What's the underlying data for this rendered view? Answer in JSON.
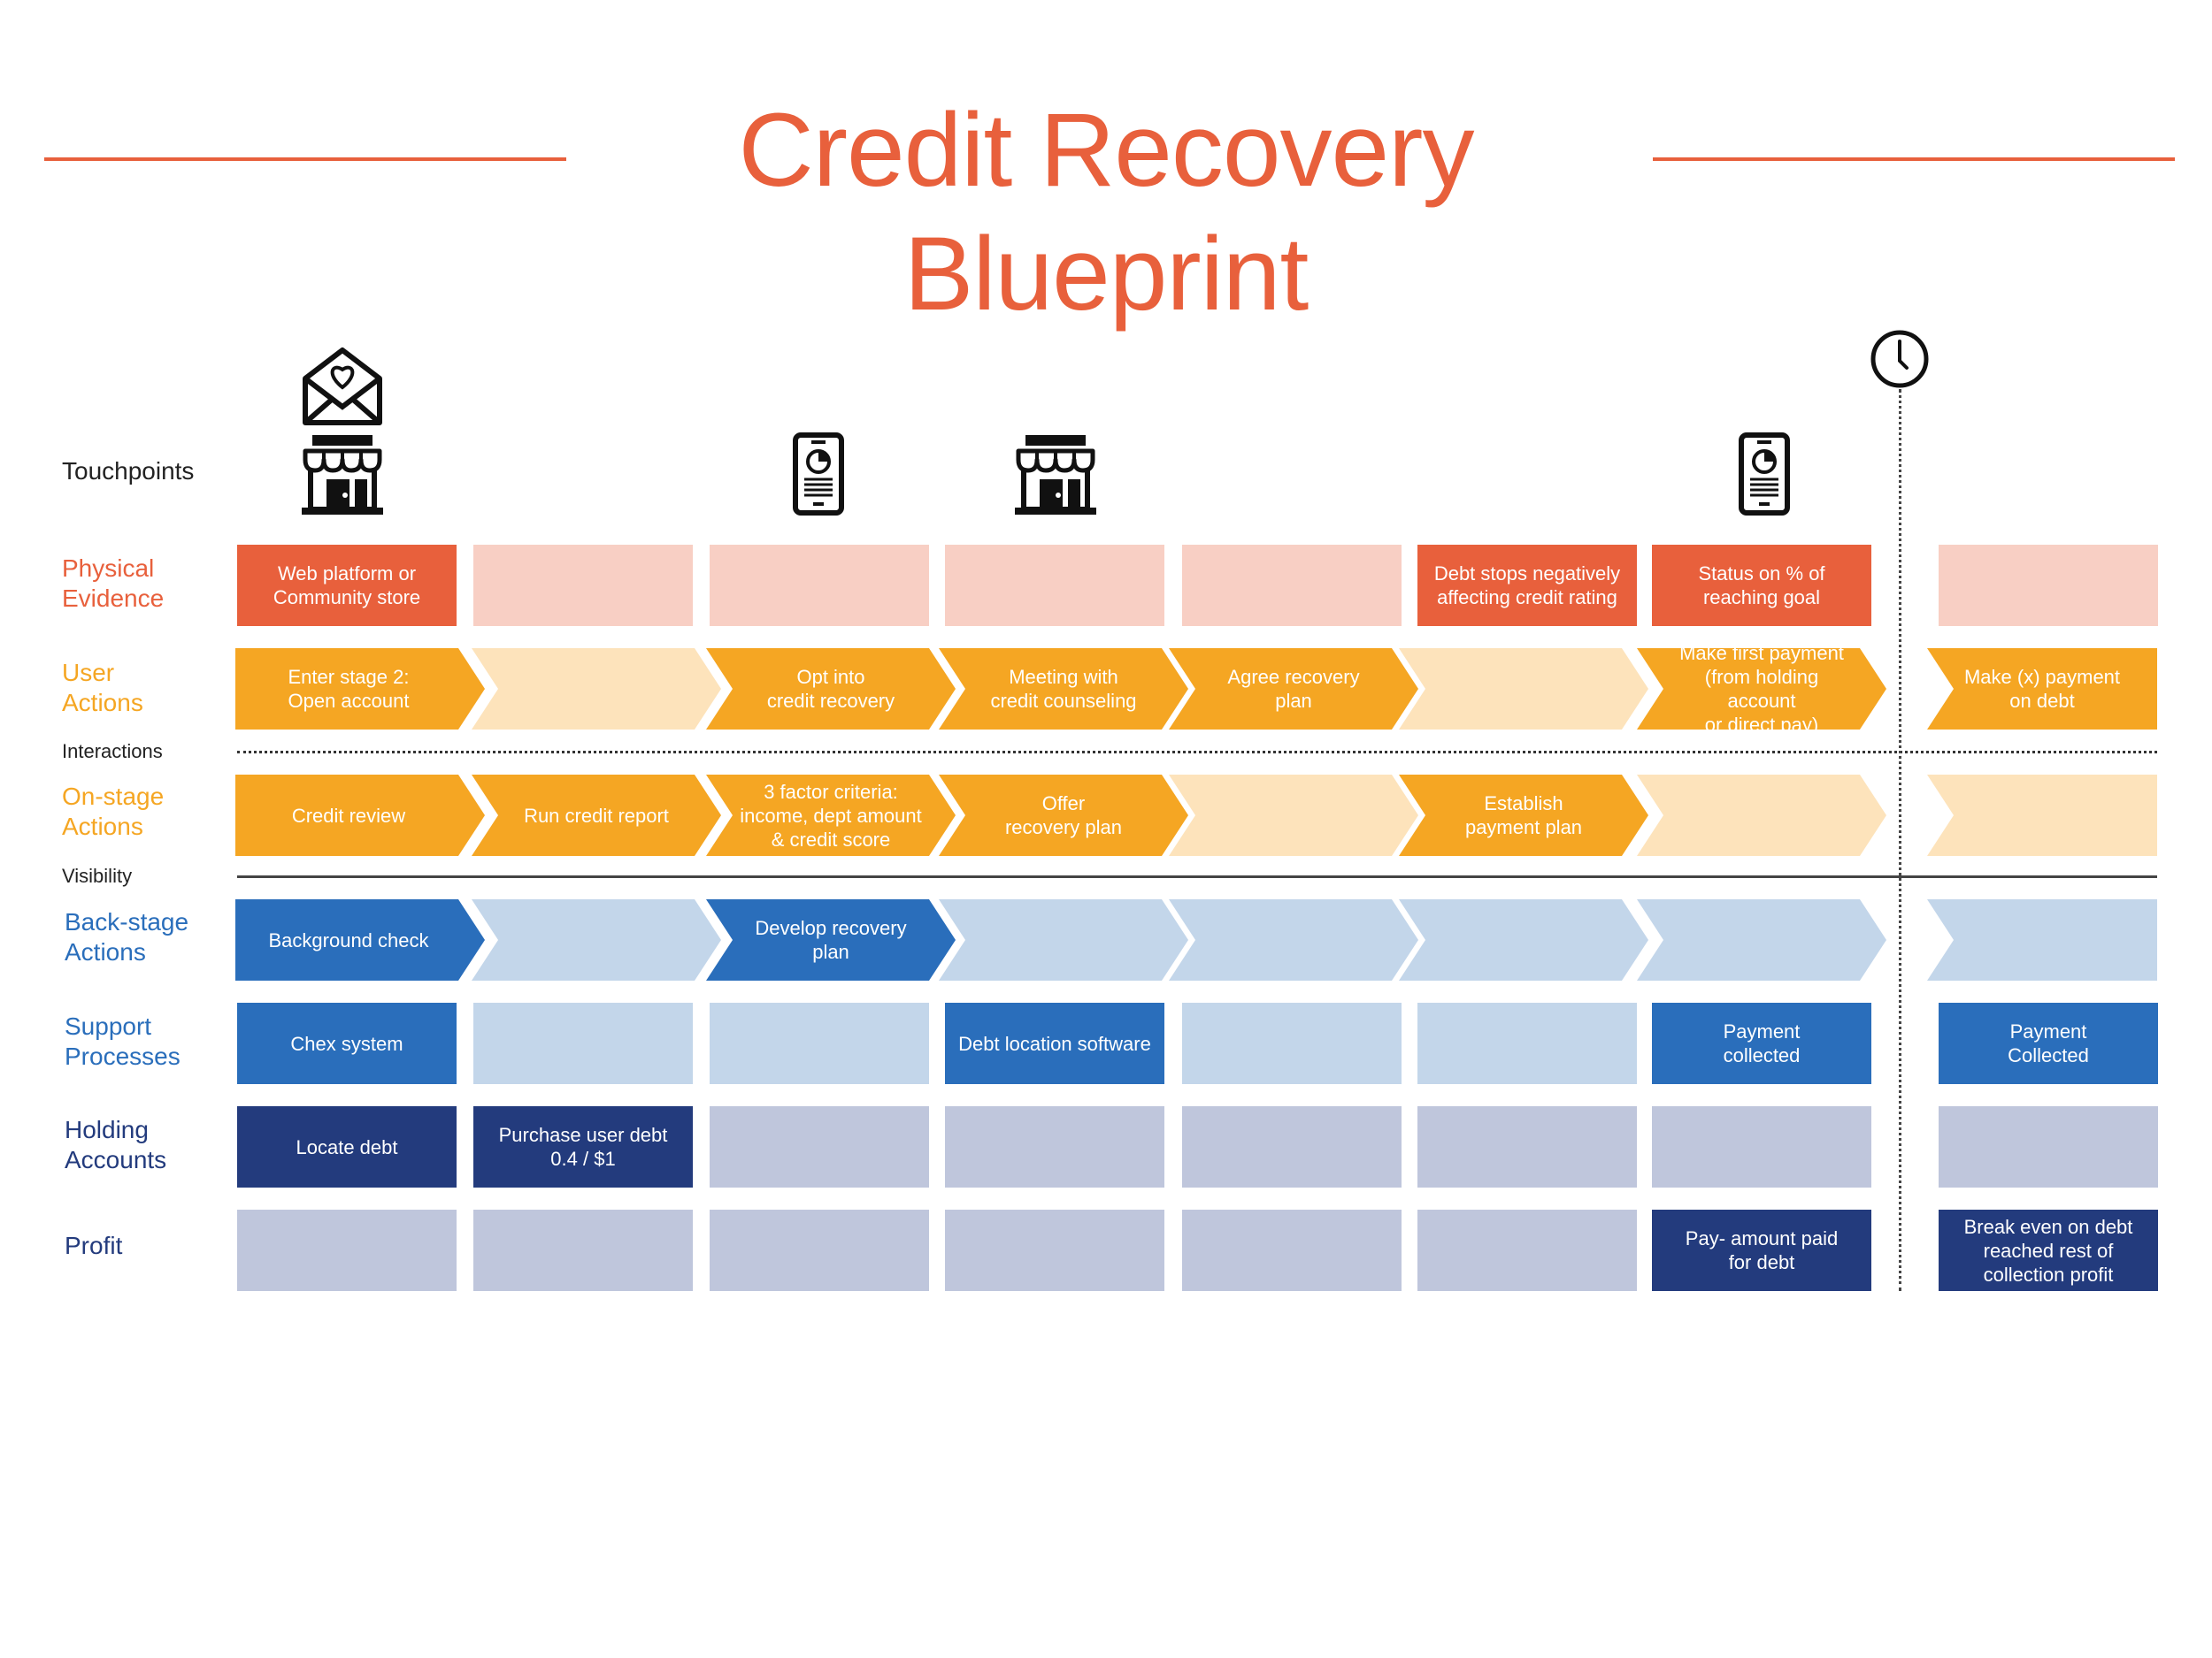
{
  "title": "Credit Recovery Blueprint",
  "colors": {
    "accent_orange": "#e8603c",
    "amber": "#f5a623",
    "amber_light": "#fde3bb",
    "salmon_light": "#f8cfc4",
    "blue": "#2a6ebb",
    "blue_light": "#c3d6ea",
    "navy": "#233b7d",
    "gray_blue": "#bfc6dc"
  },
  "row_labels": {
    "touchpoints": "Touchpoints",
    "physical_evidence": "Physical\nEvidence",
    "user_actions": "User\nActions",
    "onstage_actions": "On-stage\nActions",
    "backstage_actions": "Back-stage\nActions",
    "support_processes": "Support\nProcesses",
    "holding_accounts": "Holding\nAccounts",
    "profit": "Profit"
  },
  "separators": {
    "interactions": "Interactions",
    "visibility": "Visibility"
  },
  "touchpoint_icons": [
    {
      "column": 1,
      "icons": [
        "mail-heart-icon",
        "storefront-icon"
      ]
    },
    {
      "column": 3,
      "icons": [
        "mobile-chart-icon"
      ]
    },
    {
      "column": 4,
      "icons": [
        "storefront-icon"
      ]
    },
    {
      "column": 8,
      "icons": [
        "mobile-chart-icon"
      ]
    },
    {
      "column": 9,
      "icons": [
        "clock-icon"
      ]
    }
  ],
  "rows": {
    "physical_evidence": [
      "Web platform or\nCommunity store",
      "",
      "",
      "",
      "",
      "Debt stops negatively\naffecting credit rating",
      "Status on % of\nreaching goal",
      ""
    ],
    "user_actions": [
      "Enter stage 2:\nOpen account",
      "",
      "Opt into\ncredit recovery",
      "Meeting with\ncredit counseling",
      "Agree recovery\nplan",
      "",
      "Make first payment\n(from holding account\nor direct pay)",
      "Make (x) payment\non debt"
    ],
    "onstage_actions": [
      "Credit review",
      "Run credit report",
      "3 factor criteria:\nincome, dept amount\n& credit score",
      "Offer\nrecovery plan",
      "",
      "Establish\npayment plan",
      "",
      ""
    ],
    "backstage_actions": [
      "Background check",
      "",
      "Develop recovery plan",
      "",
      "",
      "",
      "",
      ""
    ],
    "support_processes": [
      "Chex system",
      "",
      "",
      "Debt location software",
      "",
      "",
      "Payment\ncollected",
      "Payment\nCollected"
    ],
    "holding_accounts": [
      "Locate debt",
      "Purchase user debt\n0.4 / $1",
      "",
      "",
      "",
      "",
      "",
      ""
    ],
    "profit": [
      "",
      "",
      "",
      "",
      "",
      "",
      "Pay- amount paid\nfor debt",
      "Break even on debt\nreached rest of\ncollection profit"
    ]
  }
}
